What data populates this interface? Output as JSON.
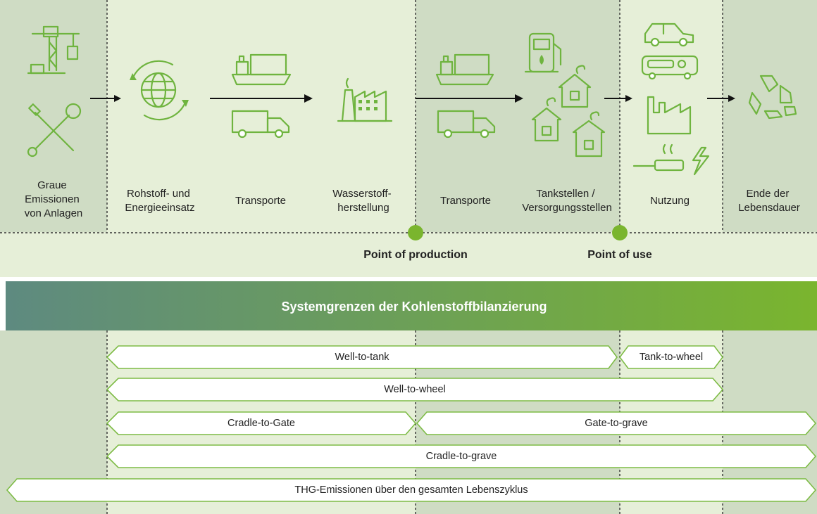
{
  "stages": [
    {
      "line1": "Graue",
      "line2": "Emissionen",
      "line3": "von Anlagen",
      "icon": "crane-and-tools-icon"
    },
    {
      "line1": "Rohstoff- und",
      "line2": "Energieeinsatz",
      "icon": "globe-cycle-icon"
    },
    {
      "line1": "Transporte",
      "icon": "ship-and-truck-icon"
    },
    {
      "line1": "Wasserstoff-",
      "line2": "herstellung",
      "icon": "factory-icon"
    },
    {
      "line1": "Transporte",
      "icon": "ship-and-truck-icon"
    },
    {
      "line1": "Tankstellen /",
      "line2": "Versorgungsstellen",
      "icon": "fuel-station-houses-icon"
    },
    {
      "line1": "Nutzung",
      "icon": "vehicles-industry-icon"
    },
    {
      "line1": "Ende der",
      "line2": "Lebensdauer",
      "icon": "recycle-icon"
    }
  ],
  "points": {
    "production": "Point of production",
    "use": "Point of use"
  },
  "banner": "Systemgrenzen der Kohlenstoffbilanzierung",
  "boundaries": [
    {
      "label": "Well-to-tank"
    },
    {
      "label": "Tank-to-wheel"
    },
    {
      "label": "Well-to-wheel"
    },
    {
      "label": "Cradle-to-Gate"
    },
    {
      "label": "Gate-to-grave"
    },
    {
      "label": "Cradle-to-grave"
    },
    {
      "label": "THG-Emissionen über den gesamten Lebenszyklus"
    }
  ],
  "colors": {
    "accent_green": "#6fb43f",
    "light_green": "#e6efd8",
    "mid_green": "#cfdcc4",
    "banner_start": "#5e8a80",
    "banner_end": "#7ab52e"
  }
}
